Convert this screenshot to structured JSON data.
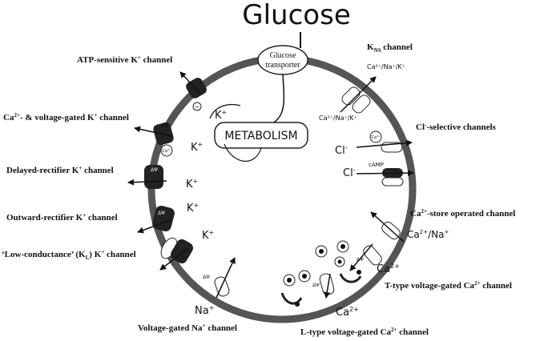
{
  "title": "Glucose",
  "transporter": {
    "line1": "Glucose",
    "line2": "transporter"
  },
  "metabolism": "METABOLISM",
  "labels": {
    "atp_k": {
      "main": "ATP-sensitive K",
      "sup": "+",
      "rest": " channel"
    },
    "ca_volt_k": {
      "main": "Ca",
      "sup": "2+",
      "rest": "- & voltage-gated K",
      "sup2": "+",
      "rest2": " channel"
    },
    "delayed_k": {
      "main": "Delayed-rectifier  K",
      "sup": "+",
      "rest": " channel"
    },
    "outward_k": {
      "main": "Outward-rectifier  K",
      "sup": "+",
      "rest": " channel"
    },
    "low_k": {
      "main": "‘Low-conductance’ (K",
      "sub": "L",
      "rest": ") K",
      "sup": "+",
      "rest2": " channel"
    },
    "na_v": "Voltage-gated Na",
    "na_v_sup": "+",
    "na_v_rest": " channel",
    "l_type": {
      "main": "L-type voltage-gated Ca",
      "sup": "2+",
      "rest": " channel"
    },
    "t_type": {
      "main": "T-type voltage-gated Ca",
      "sup": "2+",
      "rest": " channel"
    },
    "ca_store": {
      "main": "Ca",
      "sup": "2+",
      "rest": "-store operated channel"
    },
    "cl_sel": {
      "main": "Cl",
      "sup": "-",
      "rest": "-selective channels"
    },
    "kns": {
      "main": "K",
      "sub": "NS",
      "rest": " channel"
    }
  },
  "ions": {
    "k": "K",
    "k_sup": "+",
    "cl": "Cl",
    "cl_sup": "-",
    "na": "Na",
    "na_sup": "+",
    "ca": "Ca",
    "ca_sup": "2+",
    "ca_na": "Ca",
    "ca_na_mid": "2+",
    "ca_na_rest": "/Na",
    "ca_na_sup": "+",
    "kns_out": "Ca²⁺/Na⁺/K⁺",
    "kns_in": "Ca²⁺/Na⁺/K⁺",
    "camp": "cAMP",
    "delta_psi": "ΔΨ",
    "ca_small": "Ca²⁺",
    "minus": "−"
  }
}
